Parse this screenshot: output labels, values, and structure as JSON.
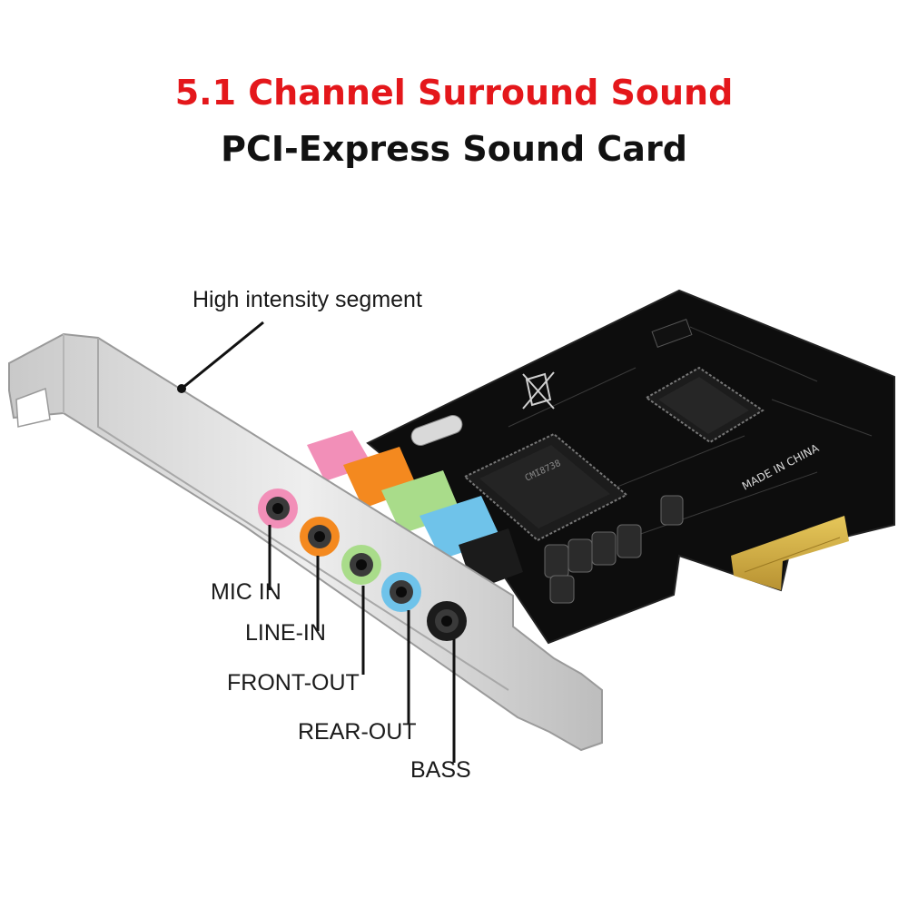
{
  "header": {
    "line1": "5.1 Channel Surround Sound",
    "line2": "PCI-Express Sound Card"
  },
  "callouts": {
    "segment": "High intensity segment",
    "mic_in": "MIC IN",
    "line_in": "LINE-IN",
    "front_out": "FRONT-OUT",
    "rear_out": "REAR-OUT",
    "bass": "BASS"
  },
  "board_markings": {
    "made_in": "MADE IN CHINA"
  },
  "colors": {
    "title_accent": "#e4171b",
    "jack_mic": "#f28fb8",
    "jack_line_in": "#f4891f",
    "jack_front_out": "#a9dc8a",
    "jack_rear_out": "#6fc3ea",
    "jack_bass": "#1a1a1a",
    "pcb": "#0d0d0d",
    "gold_fingers": "#d8b64a"
  }
}
